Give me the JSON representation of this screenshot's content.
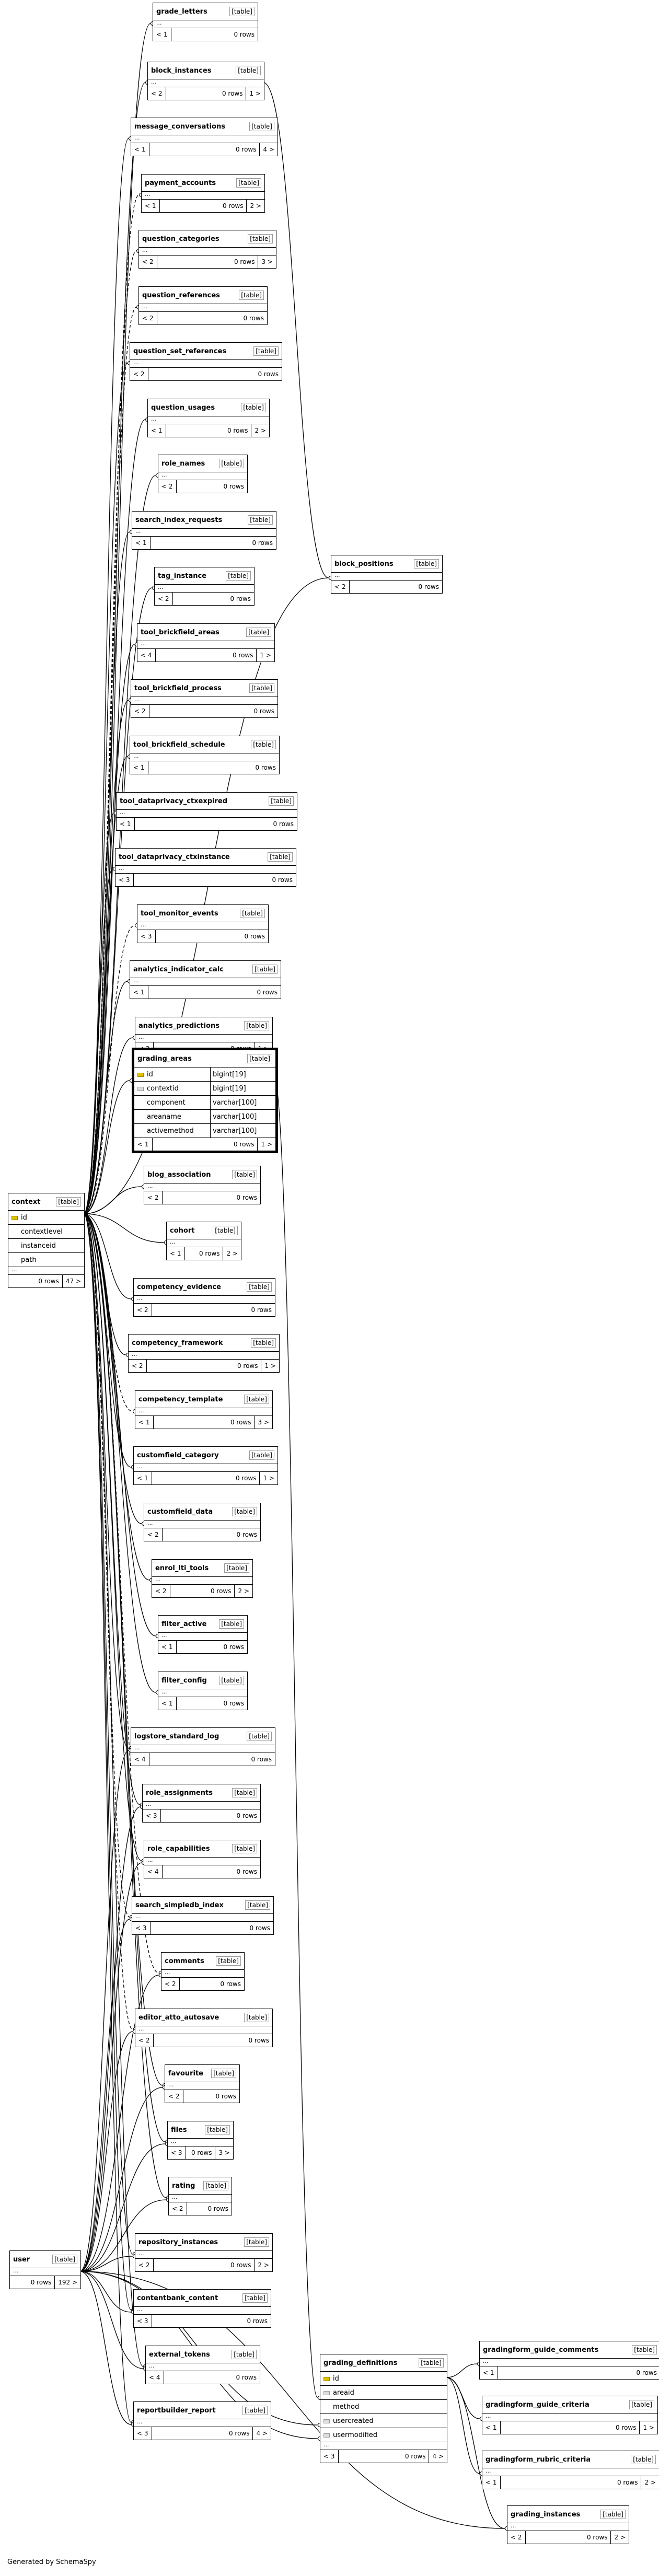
{
  "footer": "Generated by SchemaSpy",
  "tables": [
    {
      "name": "grade_letters",
      "type": "[table]",
      "in": "< 1",
      "rows": "0 rows",
      "out": ""
    },
    {
      "name": "block_instances",
      "type": "[table]",
      "in": "< 2",
      "rows": "0 rows",
      "out": "1 >"
    },
    {
      "name": "message_conversations",
      "type": "[table]",
      "in": "< 1",
      "rows": "0 rows",
      "out": "4 >"
    },
    {
      "name": "payment_accounts",
      "type": "[table]",
      "in": "< 1",
      "rows": "0 rows",
      "out": "2 >"
    },
    {
      "name": "question_categories",
      "type": "[table]",
      "in": "< 2",
      "rows": "0 rows",
      "out": "3 >"
    },
    {
      "name": "question_references",
      "type": "[table]",
      "in": "< 2",
      "rows": "0 rows",
      "out": ""
    },
    {
      "name": "question_set_references",
      "type": "[table]",
      "in": "< 2",
      "rows": "0 rows",
      "out": ""
    },
    {
      "name": "question_usages",
      "type": "[table]",
      "in": "< 1",
      "rows": "0 rows",
      "out": "2 >"
    },
    {
      "name": "role_names",
      "type": "[table]",
      "in": "< 2",
      "rows": "0 rows",
      "out": ""
    },
    {
      "name": "search_index_requests",
      "type": "[table]",
      "in": "< 1",
      "rows": "0 rows",
      "out": ""
    },
    {
      "name": "tag_instance",
      "type": "[table]",
      "in": "< 2",
      "rows": "0 rows",
      "out": ""
    },
    {
      "name": "tool_brickfield_areas",
      "type": "[table]",
      "in": "< 4",
      "rows": "0 rows",
      "out": "1 >"
    },
    {
      "name": "tool_brickfield_process",
      "type": "[table]",
      "in": "< 2",
      "rows": "0 rows",
      "out": ""
    },
    {
      "name": "tool_brickfield_schedule",
      "type": "[table]",
      "in": "< 1",
      "rows": "0 rows",
      "out": ""
    },
    {
      "name": "tool_dataprivacy_ctxexpired",
      "type": "[table]",
      "in": "< 1",
      "rows": "0 rows",
      "out": ""
    },
    {
      "name": "tool_dataprivacy_ctxinstance",
      "type": "[table]",
      "in": "< 3",
      "rows": "0 rows",
      "out": ""
    },
    {
      "name": "tool_monitor_events",
      "type": "[table]",
      "in": "< 3",
      "rows": "0 rows",
      "out": ""
    },
    {
      "name": "analytics_indicator_calc",
      "type": "[table]",
      "in": "< 1",
      "rows": "0 rows",
      "out": ""
    },
    {
      "name": "analytics_predictions",
      "type": "[table]",
      "in": "< 2",
      "rows": "0 rows",
      "out": "1 >"
    },
    {
      "name": "block_positions",
      "type": "[table]",
      "in": "< 2",
      "rows": "0 rows",
      "out": ""
    },
    {
      "name": "blog_association",
      "type": "[table]",
      "in": "< 2",
      "rows": "0 rows",
      "out": ""
    },
    {
      "name": "cohort",
      "type": "[table]",
      "in": "< 1",
      "rows": "0 rows",
      "out": "2 >"
    },
    {
      "name": "competency_evidence",
      "type": "[table]",
      "in": "< 2",
      "rows": "0 rows",
      "out": ""
    },
    {
      "name": "competency_framework",
      "type": "[table]",
      "in": "< 2",
      "rows": "0 rows",
      "out": "1 >"
    },
    {
      "name": "competency_template",
      "type": "[table]",
      "in": "< 1",
      "rows": "0 rows",
      "out": "3 >"
    },
    {
      "name": "customfield_category",
      "type": "[table]",
      "in": "< 1",
      "rows": "0 rows",
      "out": "1 >"
    },
    {
      "name": "customfield_data",
      "type": "[table]",
      "in": "< 2",
      "rows": "0 rows",
      "out": ""
    },
    {
      "name": "enrol_lti_tools",
      "type": "[table]",
      "in": "< 2",
      "rows": "0 rows",
      "out": "2 >"
    },
    {
      "name": "filter_active",
      "type": "[table]",
      "in": "< 1",
      "rows": "0 rows",
      "out": ""
    },
    {
      "name": "filter_config",
      "type": "[table]",
      "in": "< 1",
      "rows": "0 rows",
      "out": ""
    },
    {
      "name": "logstore_standard_log",
      "type": "[table]",
      "in": "< 4",
      "rows": "0 rows",
      "out": ""
    },
    {
      "name": "role_assignments",
      "type": "[table]",
      "in": "< 3",
      "rows": "0 rows",
      "out": ""
    },
    {
      "name": "role_capabilities",
      "type": "[table]",
      "in": "< 4",
      "rows": "0 rows",
      "out": ""
    },
    {
      "name": "search_simpledb_index",
      "type": "[table]",
      "in": "< 3",
      "rows": "0 rows",
      "out": ""
    },
    {
      "name": "comments",
      "type": "[table]",
      "in": "< 2",
      "rows": "0 rows",
      "out": ""
    },
    {
      "name": "editor_atto_autosave",
      "type": "[table]",
      "in": "< 2",
      "rows": "0 rows",
      "out": ""
    },
    {
      "name": "favourite",
      "type": "[table]",
      "in": "< 2",
      "rows": "0 rows",
      "out": ""
    },
    {
      "name": "files",
      "type": "[table]",
      "in": "< 3",
      "rows": "0 rows",
      "out": "3 >"
    },
    {
      "name": "rating",
      "type": "[table]",
      "in": "< 2",
      "rows": "0 rows",
      "out": ""
    },
    {
      "name": "repository_instances",
      "type": "[table]",
      "in": "< 2",
      "rows": "0 rows",
      "out": "2 >"
    },
    {
      "name": "contentbank_content",
      "type": "[table]",
      "in": "< 3",
      "rows": "0 rows",
      "out": ""
    },
    {
      "name": "external_tokens",
      "type": "[table]",
      "in": "< 4",
      "rows": "0 rows",
      "out": ""
    },
    {
      "name": "reportbuilder_report",
      "type": "[table]",
      "in": "< 3",
      "rows": "0 rows",
      "out": "4 >"
    },
    {
      "name": "gradingform_guide_comments",
      "type": "[table]",
      "in": "< 1",
      "rows": "0 rows",
      "out": ""
    },
    {
      "name": "gradingform_guide_criteria",
      "type": "[table]",
      "in": "< 1",
      "rows": "0 rows",
      "out": "1 >"
    },
    {
      "name": "gradingform_rubric_criteria",
      "type": "[table]",
      "in": "< 1",
      "rows": "0 rows",
      "out": "2 >"
    },
    {
      "name": "grading_instances",
      "type": "[table]",
      "in": "< 2",
      "rows": "0 rows",
      "out": "2 >"
    },
    {
      "name": "user",
      "type": "[table]",
      "in": "",
      "rows": "0 rows",
      "out": "192 >"
    }
  ],
  "detail_tables": {
    "grading_areas": {
      "name": "grading_areas",
      "type": "[table]",
      "in": "< 1",
      "rows": "0 rows",
      "out": "1 >",
      "columns": [
        {
          "name": "id",
          "type": "bigint[19]",
          "icon": "key"
        },
        {
          "name": "contextid",
          "type": "bigint[19]",
          "icon": "fk"
        },
        {
          "name": "component",
          "type": "varchar[100]",
          "icon": ""
        },
        {
          "name": "areaname",
          "type": "varchar[100]",
          "icon": ""
        },
        {
          "name": "activemethod",
          "type": "varchar[100]",
          "icon": ""
        }
      ]
    },
    "context": {
      "name": "context",
      "type": "[table]",
      "in": "",
      "rows": "0 rows",
      "out": "47 >",
      "columns": [
        {
          "name": "id",
          "icon": "key"
        },
        {
          "name": "contextlevel",
          "icon": ""
        },
        {
          "name": "instanceid",
          "icon": ""
        },
        {
          "name": "path",
          "icon": ""
        }
      ]
    },
    "grading_definitions": {
      "name": "grading_definitions",
      "type": "[table]",
      "in": "< 3",
      "rows": "0 rows",
      "out": "4 >",
      "columns": [
        {
          "name": "id",
          "icon": "key"
        },
        {
          "name": "areaid",
          "icon": "fk"
        },
        {
          "name": "method",
          "icon": ""
        },
        {
          "name": "usercreated",
          "icon": "fk"
        },
        {
          "name": "usermodified",
          "icon": "fk"
        }
      ]
    }
  }
}
